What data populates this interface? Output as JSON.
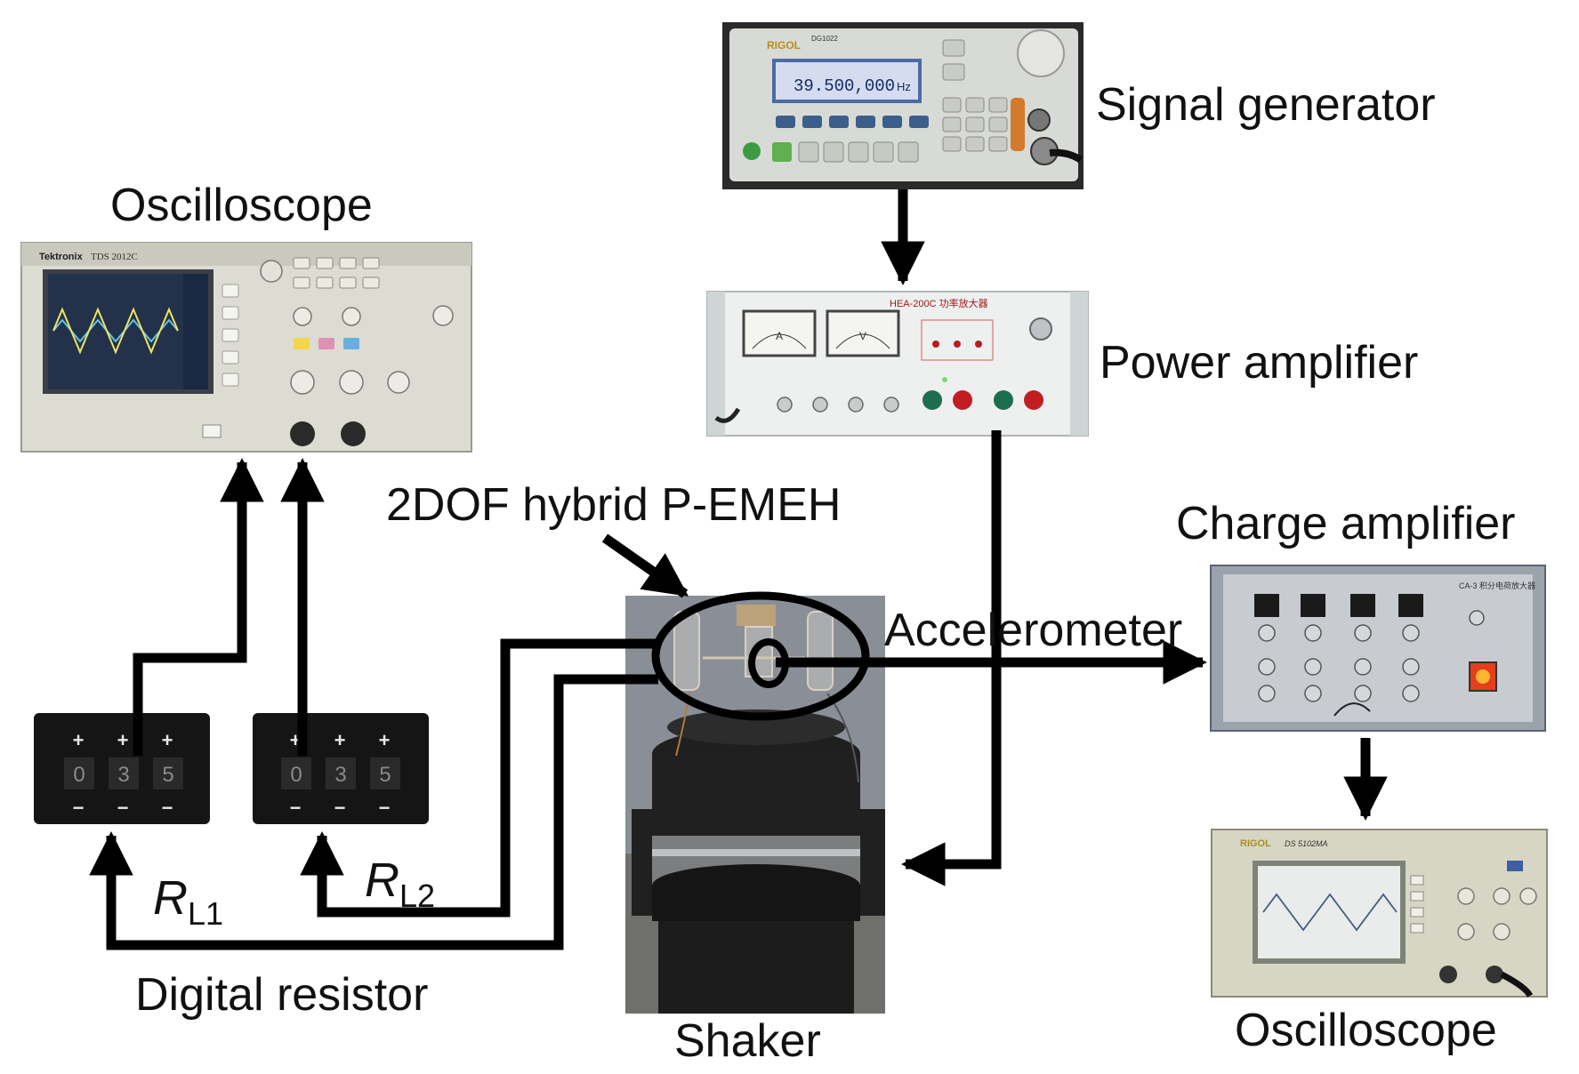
{
  "labels": {
    "oscilloscope_left": "Oscilloscope",
    "signal_generator": "Signal generator",
    "power_amplifier": "Power amplifier",
    "harvester": "2DOF hybrid P-EMEH",
    "charge_amplifier": "Charge amplifier",
    "accelerometer": "Accelerometer",
    "digital_resistor": "Digital resistor",
    "shaker": "Shaker",
    "oscilloscope_right": "Oscilloscope"
  },
  "resistors": {
    "r1": {
      "symbol": "R",
      "sub": "L1",
      "digits": [
        "0",
        "3",
        "5"
      ],
      "plus": "+",
      "minus": "−"
    },
    "r2": {
      "symbol": "R",
      "sub": "L2",
      "digits": [
        "0",
        "3",
        "5"
      ],
      "plus": "+",
      "minus": "−"
    }
  },
  "devices": {
    "sig_gen": {
      "brand": "RIGOL",
      "model": "DG1022",
      "display": "39.500,000",
      "unit": "Hz"
    },
    "power_amp": {
      "model": "HEA-200C 功率放大器",
      "meter_a": "A",
      "meter_v": "V"
    },
    "osc_left": {
      "brand": "Tektronix",
      "model": "TDS 2012C"
    },
    "osc_right": {
      "brand": "RIGOL",
      "model": "DS 5102MA"
    },
    "charge_amp": {
      "model": "CA-3 积分电荷放大器"
    }
  },
  "colors": {
    "line": "#000000",
    "device_panel": "#d9dcd6",
    "screen_dark": "#23324a",
    "screen_green": "#b9c9a4"
  }
}
